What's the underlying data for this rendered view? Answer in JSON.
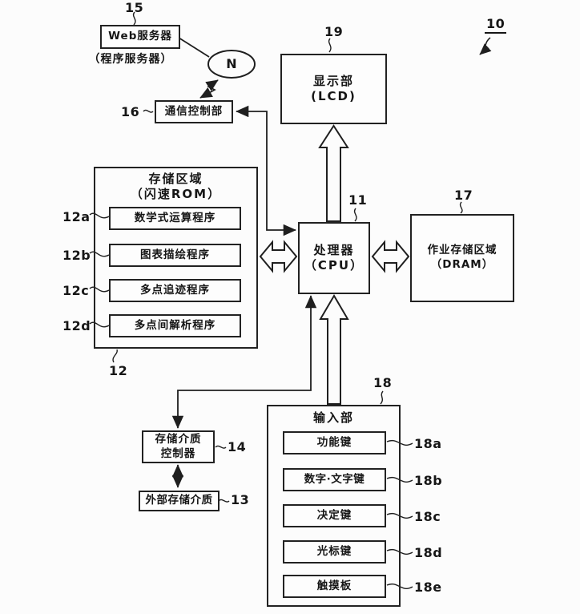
{
  "figure_number": "10",
  "nodes": {
    "web_server": {
      "ref": "15",
      "title": "Web服务器",
      "subtitle": "（程序服务器）"
    },
    "network": {
      "label": "N"
    },
    "comm_controller": {
      "ref": "16",
      "label": "通信控制部"
    },
    "display": {
      "ref": "19",
      "title": "显示部",
      "subtitle": "(LCD)"
    },
    "processor": {
      "ref": "11",
      "title": "处理器",
      "subtitle": "（CPU）"
    },
    "work_memory": {
      "ref": "17",
      "title": "作业存储区域",
      "subtitle": "（DRAM）"
    },
    "storage_area": {
      "ref": "12",
      "title": "存储区域",
      "subtitle": "（闪速ROM）",
      "programs": [
        {
          "ref": "12a",
          "label": "数学式运算程序"
        },
        {
          "ref": "12b",
          "label": "图表描绘程序"
        },
        {
          "ref": "12c",
          "label": "多点追迹程序"
        },
        {
          "ref": "12d",
          "label": "多点间解析程序"
        }
      ]
    },
    "media_controller": {
      "ref": "14",
      "line1": "存储介质",
      "line2": "控制器"
    },
    "external_media": {
      "ref": "13",
      "label": "外部存储介质"
    },
    "input_unit": {
      "ref": "18",
      "title": "输入部",
      "keys": [
        {
          "ref": "18a",
          "label": "功能键"
        },
        {
          "ref": "18b",
          "label": "数字·文字键"
        },
        {
          "ref": "18c",
          "label": "决定键"
        },
        {
          "ref": "18d",
          "label": "光标键"
        },
        {
          "ref": "18e",
          "label": "触摸板"
        }
      ]
    }
  },
  "colors": {
    "line": "#1f1f1f",
    "background": "#fcfcfc"
  }
}
